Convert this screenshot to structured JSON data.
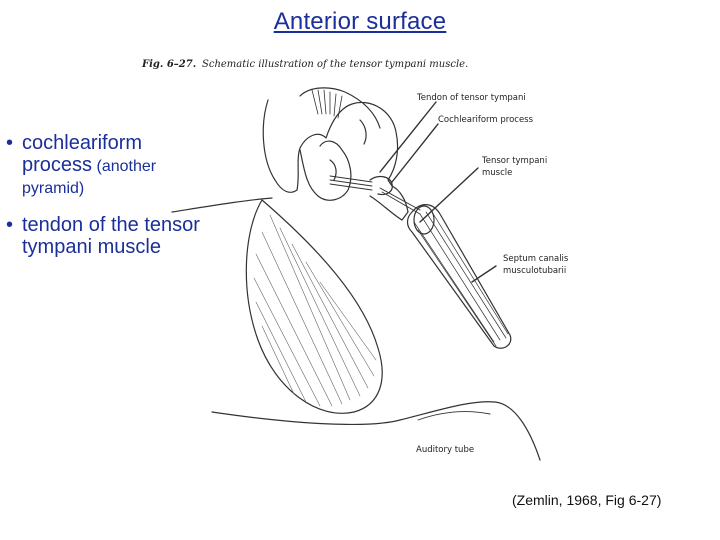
{
  "slide": {
    "title": "Anterior surface",
    "bullets": [
      {
        "text": "cochleariform process",
        "small": "(another pyramid)"
      },
      {
        "text": "tendon of the tensor tympani muscle",
        "small": ""
      }
    ],
    "citation": "(Zemlin, 1968, Fig 6-27)"
  },
  "figure": {
    "caption_number": "Fig. 6–27.",
    "caption_text": "Schematic illustration of the tensor tympani muscle.",
    "labels": {
      "tendon": "Tendon of tensor tympani",
      "cochleariform": "Cochleariform process",
      "muscle_line1": "Tensor tympani",
      "muscle_line2": "muscle",
      "septum_line1": "Septum canalis",
      "septum_line2": "musculotubarii",
      "auditory": "Auditory tube"
    }
  }
}
